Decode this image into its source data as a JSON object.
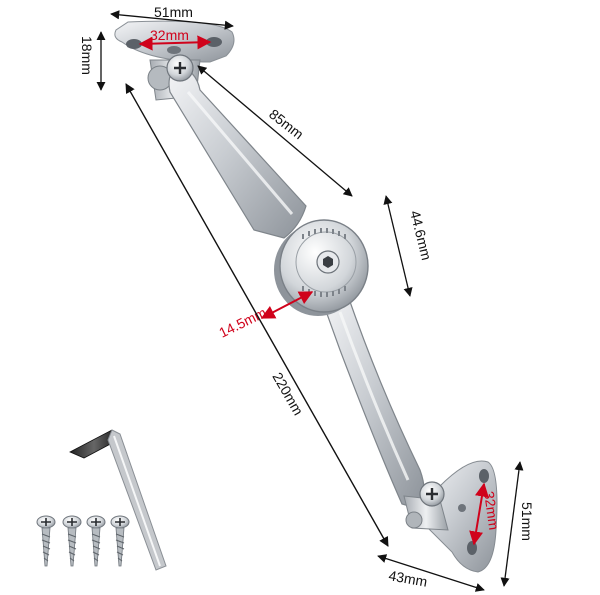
{
  "dimensions": {
    "top_plate_width": "51mm",
    "top_plate_height": "18mm",
    "top_hole_spacing": "32mm",
    "upper_arm_length": "85mm",
    "hub_diameter": "44.6mm",
    "hub_thickness": "14.5mm",
    "overall_length": "220mm",
    "bottom_plate_width": "43mm",
    "bottom_plate_height": "51mm",
    "bottom_hole_spacing": "32mm"
  },
  "colors": {
    "dimension_line": "#111111",
    "highlight_dimension": "#d0021b",
    "steel_light": "#e9ebee",
    "steel_mid": "#b9bec4",
    "steel_dark": "#7c828a"
  },
  "accessories": {
    "hex_key": "allen-key",
    "screws": [
      "screw",
      "screw",
      "screw",
      "screw"
    ]
  }
}
